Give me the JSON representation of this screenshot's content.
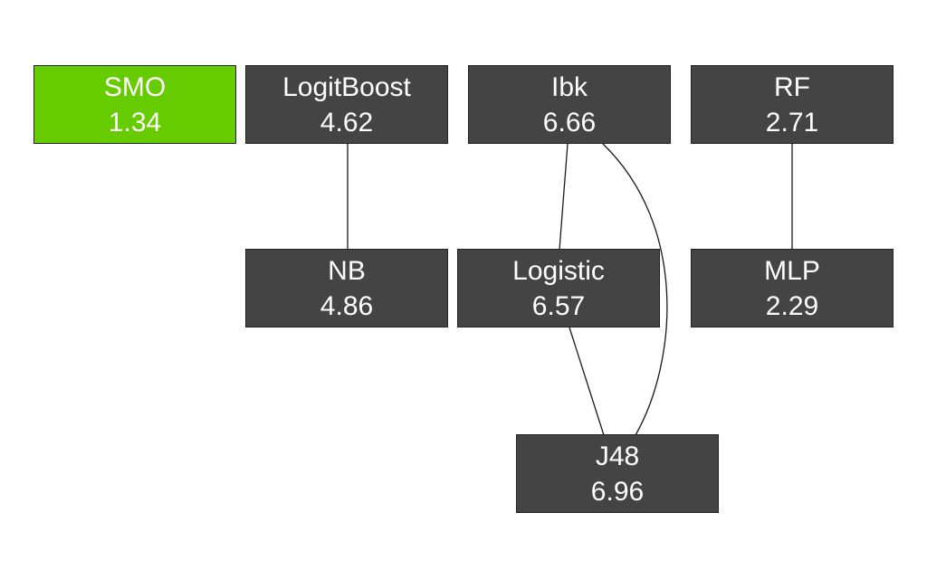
{
  "colors": {
    "node_fill": "#444444",
    "highlight_fill": "#66cc00",
    "edge": "#1a1a1a"
  },
  "nodes": [
    {
      "id": "smo",
      "label": "SMO",
      "value": "1.34",
      "highlight": true
    },
    {
      "id": "logitboost",
      "label": "LogitBoost",
      "value": "4.62",
      "highlight": false
    },
    {
      "id": "ibk",
      "label": "Ibk",
      "value": "6.66",
      "highlight": false
    },
    {
      "id": "rf",
      "label": "RF",
      "value": "2.71",
      "highlight": false
    },
    {
      "id": "nb",
      "label": "NB",
      "value": "4.86",
      "highlight": false
    },
    {
      "id": "logistic",
      "label": "Logistic",
      "value": "6.57",
      "highlight": false
    },
    {
      "id": "mlp",
      "label": "MLP",
      "value": "2.29",
      "highlight": false
    },
    {
      "id": "j48",
      "label": "J48",
      "value": "6.96",
      "highlight": false
    }
  ],
  "edges": [
    {
      "from": "logitboost",
      "to": "nb"
    },
    {
      "from": "rf",
      "to": "mlp"
    },
    {
      "from": "ibk",
      "to": "logistic"
    },
    {
      "from": "ibk",
      "to": "j48"
    },
    {
      "from": "logistic",
      "to": "j48"
    }
  ]
}
